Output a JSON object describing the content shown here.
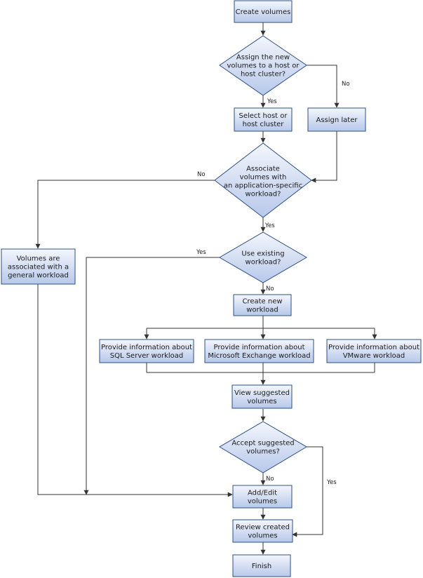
{
  "nodes": {
    "create_volumes": [
      "Create volumes"
    ],
    "assign_question": [
      "Assign the new",
      "volumes to a host or",
      "host cluster?"
    ],
    "select_host": [
      "Select host or",
      "host cluster"
    ],
    "assign_later": [
      "Assign later"
    ],
    "associate_question": [
      "Associate",
      "volumes with",
      "an application-specific",
      "workload?"
    ],
    "general_workload": [
      "Volumes are",
      "associated with a",
      "general workload"
    ],
    "use_existing_question": [
      "Use existing",
      "workload?"
    ],
    "create_new_workload": [
      "Create new",
      "workload"
    ],
    "sql_info": [
      "Provide information about",
      "SQL Server workload"
    ],
    "exchange_info": [
      "Provide information about",
      "Microsoft Exchange workload"
    ],
    "vmware_info": [
      "Provide information about",
      "VMware workload"
    ],
    "view_suggested": [
      "View suggested",
      "volumes"
    ],
    "accept_question": [
      "Accept suggested",
      "volumes?"
    ],
    "add_edit": [
      "Add/Edit",
      "volumes"
    ],
    "review_created": [
      "Review created",
      "volumes"
    ],
    "finish": [
      "Finish"
    ]
  },
  "edge_labels": {
    "assign_yes": "Yes",
    "assign_no": "No",
    "associate_no": "No",
    "associate_yes": "Yes",
    "existing_yes": "Yes",
    "existing_no": "No",
    "accept_no": "No",
    "accept_yes": "Yes"
  },
  "colors": {
    "fill_top": "#f3f6fc",
    "fill_bottom": "#b7c8ea",
    "border": "#2c4f86",
    "line": "#333333"
  }
}
